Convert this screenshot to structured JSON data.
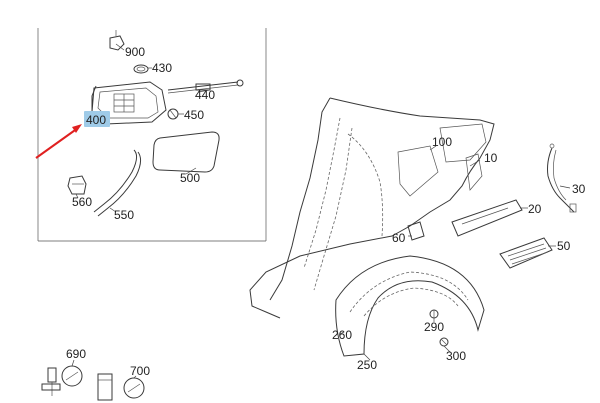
{
  "diagram": {
    "highlight_color": "#9fcbe8",
    "arrow_color": "#e02020",
    "callouts": {
      "c900": "900",
      "c430": "430",
      "c440": "440",
      "c450": "450",
      "c400": "400",
      "c500": "500",
      "c560": "560",
      "c550": "550",
      "c100": "100",
      "c10": "10",
      "c30": "30",
      "c20": "20",
      "c50": "50",
      "c60": "60",
      "c260": "260",
      "c290": "290",
      "c300": "300",
      "c250": "250",
      "c690": "690",
      "c700": "700"
    }
  }
}
